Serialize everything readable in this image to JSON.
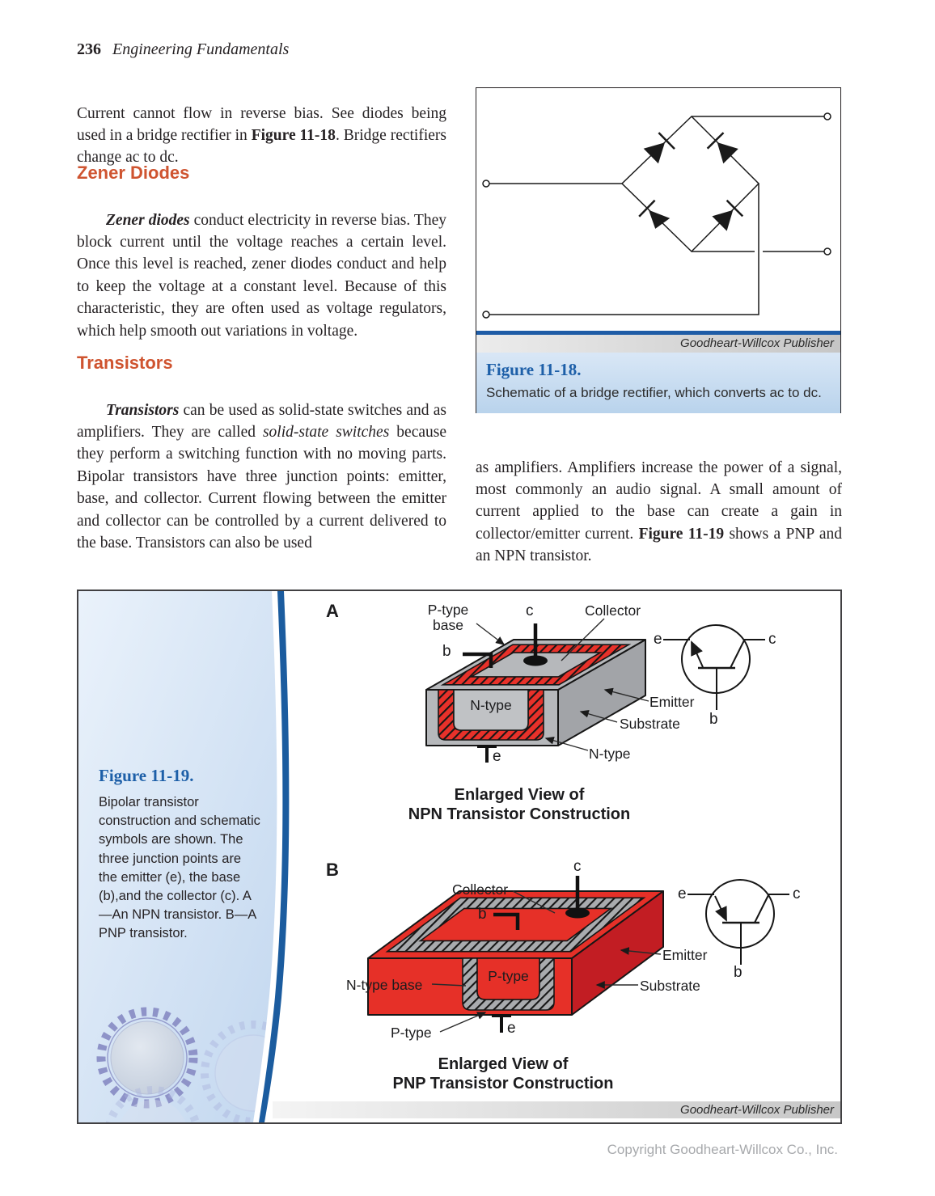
{
  "header": {
    "page_number": "236",
    "book_title": "Engineering Fundamentals"
  },
  "footer": {
    "copyright": "Copyright Goodheart-Willcox Co., Inc."
  },
  "colors": {
    "accent_orange": "#cf5430",
    "figure_blue": "#1d5fa8",
    "stripe_blue": "#1b5c9f",
    "diagram_red": "#e8312a",
    "diagram_gray": "#b6b8bb"
  },
  "left_column": {
    "para1": {
      "runs": [
        {
          "t": "Current cannot flow in reverse bias. See diodes being used in a bridge rectifier in ",
          "s": ""
        },
        {
          "t": "Figure 11-18",
          "s": "b"
        },
        {
          "t": ". Bridge rectifiers change ac to dc.",
          "s": ""
        }
      ]
    },
    "heading_zener": "Zener Diodes",
    "para2": {
      "runs": [
        {
          "t": "Zener diodes",
          "s": "bi"
        },
        {
          "t": " conduct electricity in reverse bias. They block current until the voltage reaches a certain level. Once this level is reached, zener diodes conduct and help to keep the voltage at a constant level. Because of this characteristic, they are often used as voltage regulators, which help smooth out variations in voltage.",
          "s": ""
        }
      ]
    },
    "heading_transistors": "Transistors",
    "para3": {
      "runs": [
        {
          "t": "Transistors",
          "s": "bi"
        },
        {
          "t": " can be used as solid-state switches and as amplifiers. They are called ",
          "s": ""
        },
        {
          "t": "solid-state switches",
          "s": "i"
        },
        {
          "t": " because they perform a switching function with no moving parts. Bipolar transistors have three junction points: emitter, base, and collector. Current flowing between the emitter and collector can be controlled by a current delivered to the base. Transistors can also be used",
          "s": ""
        }
      ]
    }
  },
  "right_column": {
    "para1": {
      "runs": [
        {
          "t": "as amplifiers. Amplifiers increase the power of a signal, most commonly an audio signal. A small amount of current applied to the base can create a gain in collector/emitter current. ",
          "s": ""
        },
        {
          "t": "Figure 11-19",
          "s": "b"
        },
        {
          "t": " shows a PNP and an NPN transistor.",
          "s": ""
        }
      ]
    }
  },
  "figure_11_18": {
    "publisher": "Goodheart-Willcox Publisher",
    "title": "Figure 11-18.",
    "caption": "Schematic of a bridge rectifier, which converts ac to dc."
  },
  "figure_11_19": {
    "title": "Figure 11-19.",
    "caption": "Bipolar transistor construction and schematic symbols are shown. The three junction points are the emitter (e), the base (b),and the collector (c). A—An NPN transistor. B—A PNP transistor.",
    "publisher": "Goodheart-Willcox Publisher",
    "panel_a": {
      "panel": "A",
      "p_type_base": "P-type base",
      "collector": "Collector",
      "b": "b",
      "c": "c",
      "e": "e",
      "n_type_inner": "N-type",
      "emitter": "Emitter",
      "substrate": "Substrate",
      "n_type": "N-type",
      "sym_e": "e",
      "sym_c": "c",
      "sym_b": "b",
      "view_line1": "Enlarged View of",
      "view_line2": "NPN Transistor Construction"
    },
    "panel_b": {
      "panel": "B",
      "collector": "Collector",
      "b": "b",
      "c": "c",
      "e": "e",
      "n_type_base": "N-type base",
      "p_type_inner": "P-type",
      "p_type": "P-type",
      "emitter": "Emitter",
      "substrate": "Substrate",
      "sym_e": "e",
      "sym_c": "c",
      "sym_b": "b",
      "view_line1": "Enlarged View of",
      "view_line2": "PNP Transistor Construction"
    }
  }
}
